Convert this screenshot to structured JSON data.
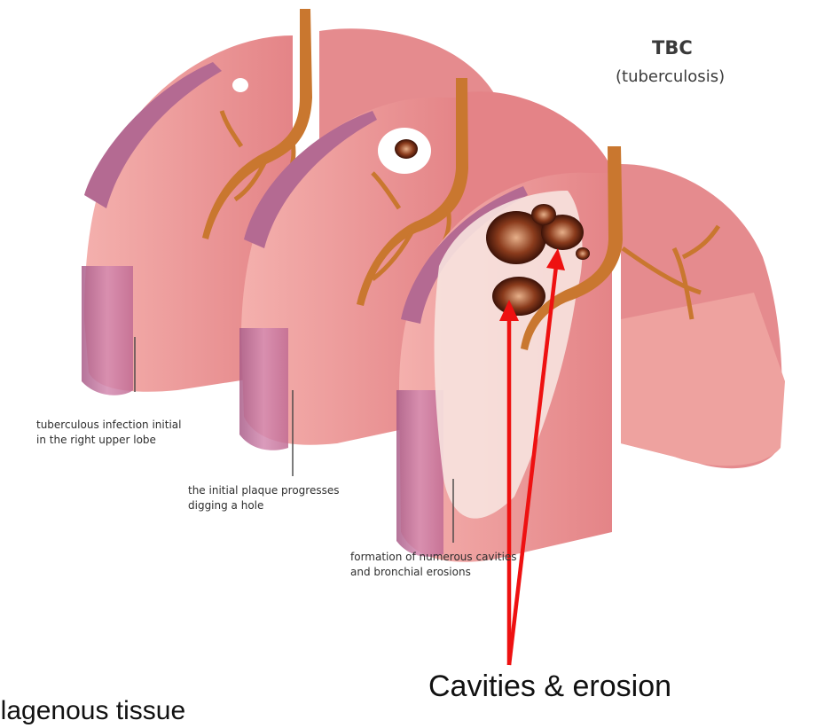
{
  "title": "TBC",
  "subtitle": "(tuberculosis)",
  "stages": [
    {
      "line1": "tuberculous infection initial",
      "line2": "in the right upper lobe"
    },
    {
      "line1": "the initial plaque progresses",
      "line2": "digging a hole"
    },
    {
      "line1": "formation of numerous cavities",
      "line2": "and bronchial erosions"
    }
  ],
  "annotation": "Cavities & erosion",
  "cut_text": "llagenous tissue",
  "colors": {
    "lung": "#e98a8d",
    "lung_light": "#f6b3b0",
    "lobe_edge": "#b77094",
    "bronchus": "#c9772f",
    "arrow": "#ee1111"
  }
}
